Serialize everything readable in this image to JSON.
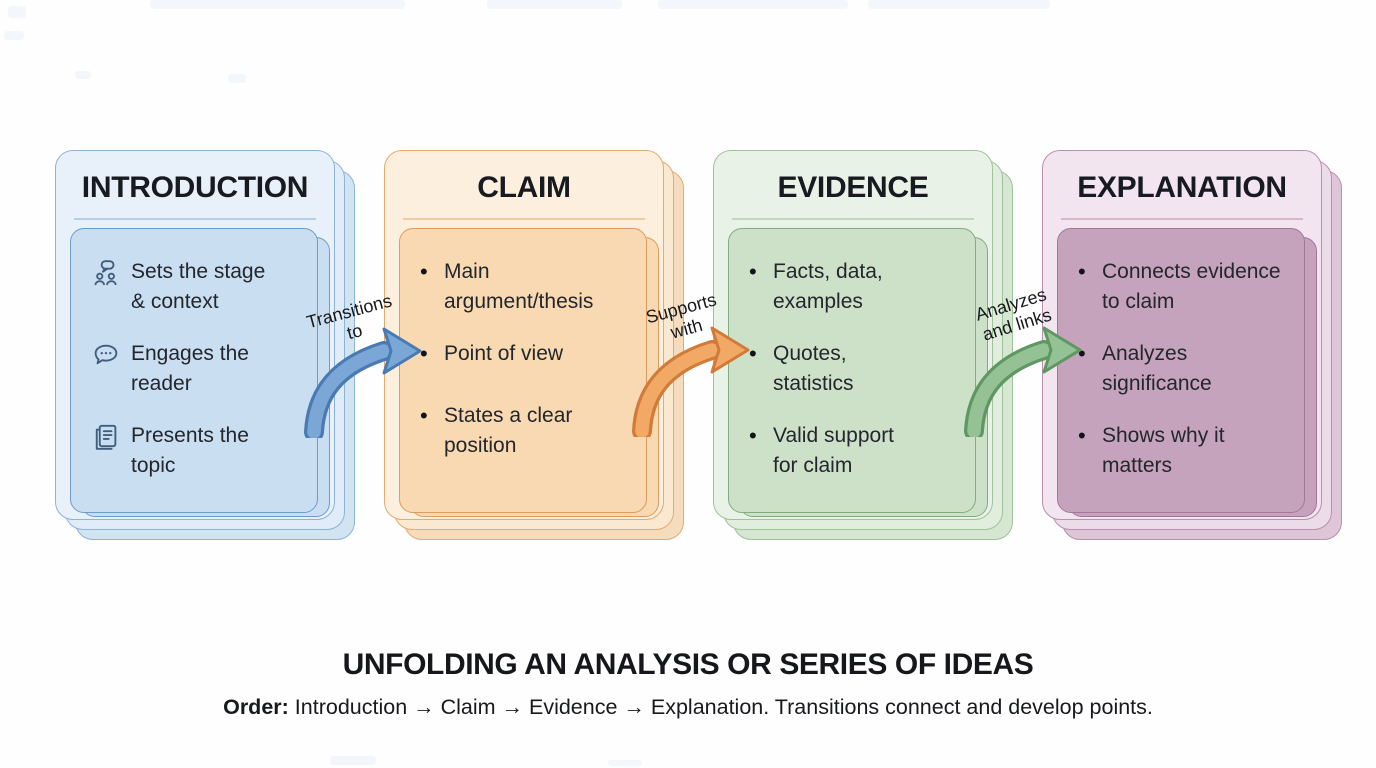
{
  "glyphs": {
    "bullet": "•"
  },
  "cards": [
    {
      "title": "INTRODUCTION",
      "items": [
        {
          "icon": "people-discussion-icon",
          "text": "Sets the stage & context"
        },
        {
          "icon": "speech-bubble-icon",
          "text": "Engages the reader"
        },
        {
          "icon": "document-icon",
          "text": "Presents the topic"
        }
      ],
      "colors": {
        "outer_fill": "#e8f1f9",
        "outer_border": "#8db3d8",
        "inner_fill": "#cadef1",
        "inner_border": "#6d9cc8"
      }
    },
    {
      "title": "CLAIM",
      "items": [
        {
          "text": "Main argument/thesis"
        },
        {
          "text": "Point of view"
        },
        {
          "text": "States a clear position"
        }
      ],
      "colors": {
        "outer_fill": "#fcefdd",
        "outer_border": "#e3ab72",
        "inner_fill": "#f8d9b1",
        "inner_border": "#dd9b5e"
      }
    },
    {
      "title": "EVIDENCE",
      "items": [
        {
          "text": "Facts, data, examples"
        },
        {
          "text": "Quotes, statistics"
        },
        {
          "text": "Valid support for claim"
        }
      ],
      "colors": {
        "outer_fill": "#e9f2e6",
        "outer_border": "#9fc29d",
        "inner_fill": "#cde1c9",
        "inner_border": "#83ab81"
      }
    },
    {
      "title": "EXPLANATION",
      "items": [
        {
          "text": "Connects evidence to claim"
        },
        {
          "text": "Analyzes significance"
        },
        {
          "text": "Shows why it matters"
        }
      ],
      "colors": {
        "outer_fill": "#f2e5ef",
        "outer_border": "#bb8fb1",
        "inner_fill": "#c6a3bd",
        "inner_border": "#a3779a"
      }
    }
  ],
  "arrows": [
    {
      "label": "Transitions to",
      "label_line1": "Transitions",
      "label_line2": "to",
      "fill": "#7ba7d7",
      "stroke": "#4a7ab2"
    },
    {
      "label": "Supports with",
      "label_line1": "Supports",
      "label_line2": "with",
      "fill": "#f3a966",
      "stroke": "#d07b39"
    },
    {
      "label": "Analyzes and links",
      "label_line1": "Analyzes",
      "label_line2": "and links",
      "fill": "#94c295",
      "stroke": "#5f9763"
    }
  ],
  "footer": {
    "title": "UNFOLDING AN ANALYSIS OR SERIES OF IDEAS",
    "order_label": "Order:",
    "order_text": "Introduction → Claim → Evidence → Explanation. Transitions connect and develop points."
  }
}
